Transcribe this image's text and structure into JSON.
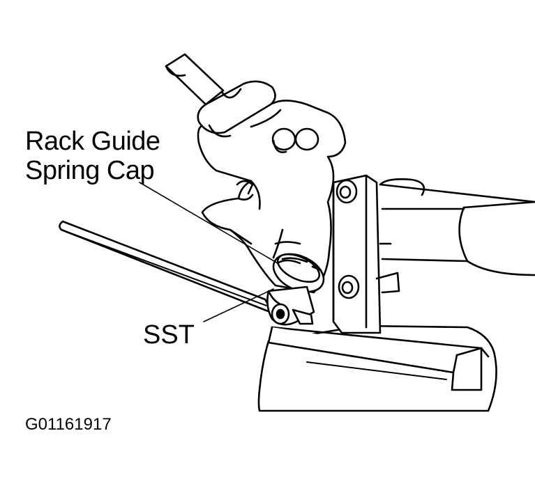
{
  "labels": {
    "rack_guide_line1": "Rack Guide",
    "rack_guide_line2": "Spring Cap",
    "sst": "SST",
    "figure_id": "G01161917"
  }
}
